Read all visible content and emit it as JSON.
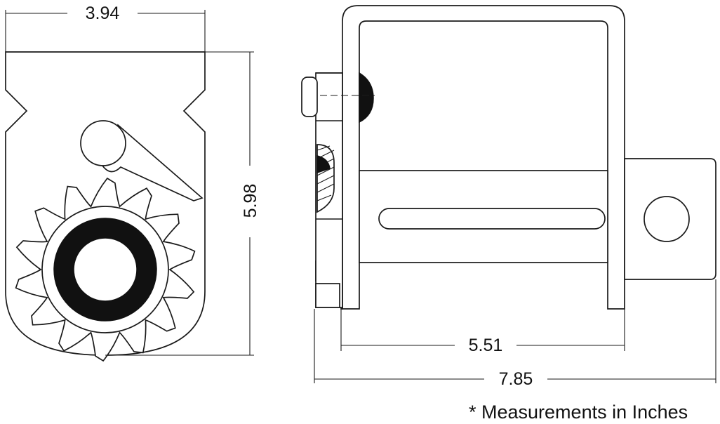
{
  "dimensions": {
    "width": "3.94",
    "height": "5.98",
    "inner_width": "5.51",
    "overall_length": "7.85"
  },
  "note": "* Measurements in Inches"
}
